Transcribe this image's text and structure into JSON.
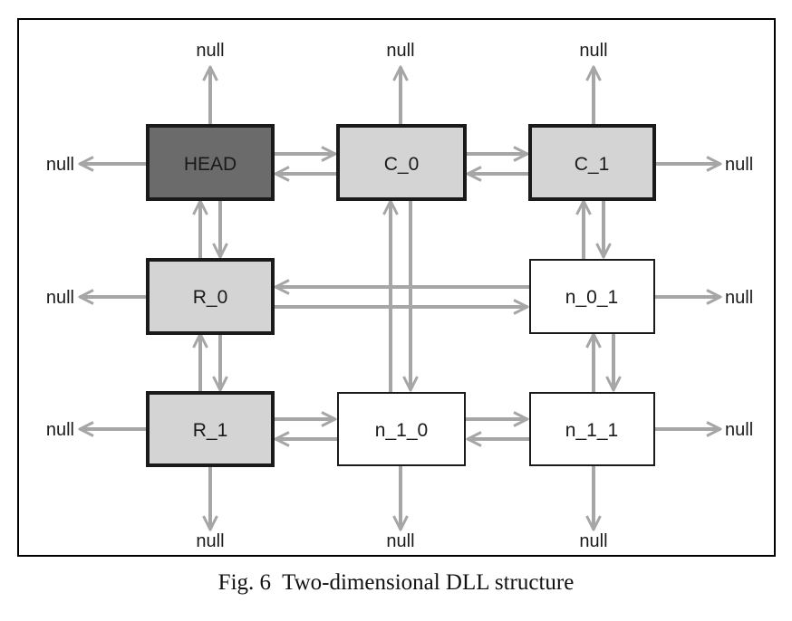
{
  "nodes": {
    "head": {
      "label": "HEAD",
      "fill": "#6b6b6b"
    },
    "c0": {
      "label": "C_0",
      "fill": "#d4d4d4"
    },
    "c1": {
      "label": "C_1",
      "fill": "#d4d4d4"
    },
    "r0": {
      "label": "R_0",
      "fill": "#d4d4d4"
    },
    "n01": {
      "label": "n_0_1",
      "fill": "#ffffff"
    },
    "r1": {
      "label": "R_1",
      "fill": "#d4d4d4"
    },
    "n10": {
      "label": "n_1_0",
      "fill": "#ffffff"
    },
    "n11": {
      "label": "n_1_1",
      "fill": "#ffffff"
    }
  },
  "null_text": "null",
  "caption": "Fig. 6  Two-dimensional DLL structure",
  "colors": {
    "arrow": "#a6a6a6",
    "frame": "#000000",
    "node_border": "#1a1a1a"
  }
}
